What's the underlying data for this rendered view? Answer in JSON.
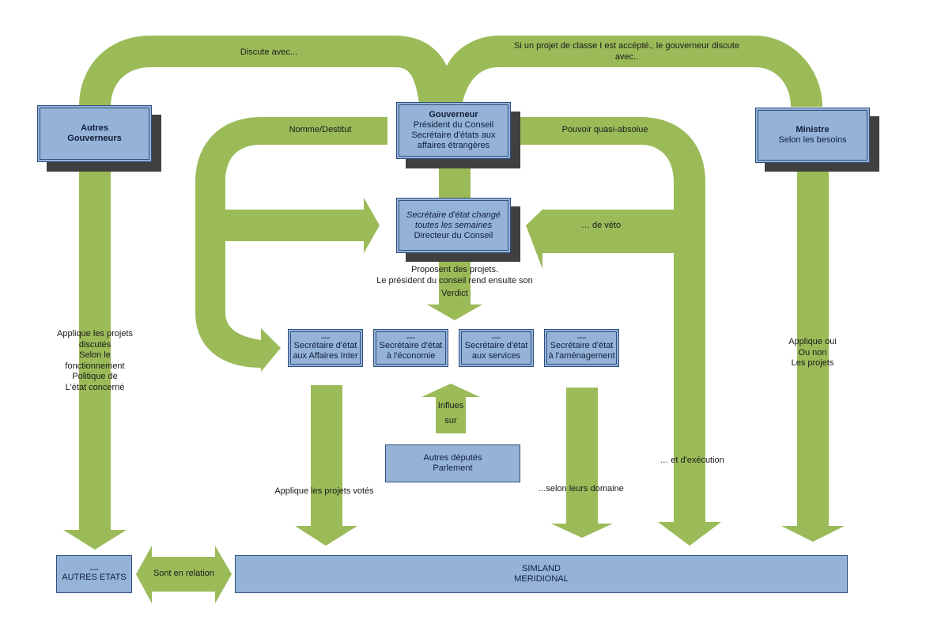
{
  "colors": {
    "arrow": "#9bbb59",
    "box_fill": "#95b3d7",
    "box_border": "#2f4f7f",
    "shadow": "#404040"
  },
  "nodes": {
    "autres_gouverneurs": {
      "title": "Autres",
      "title2": "Gouverneurs"
    },
    "gouverneur": {
      "title": "Gouverneur",
      "lines": [
        "Président du Conseil",
        "Secrétaire d'états aux",
        "affaires étrangères"
      ]
    },
    "ministre": {
      "title": "Ministre",
      "lines": [
        "Selon les besoins"
      ]
    },
    "secretaire_change": {
      "italic": [
        "Secrétaire d'état changé",
        "toutes les semaines"
      ],
      "lines": [
        "Directeur du Conseil"
      ]
    },
    "sec_affaires_inter": {
      "dash": "—",
      "lines": [
        "Secrétaire d'état",
        "aux Affaires Inter"
      ]
    },
    "sec_economie": {
      "dash": "—",
      "lines": [
        "Secrétaire d'état",
        "à l'économie"
      ]
    },
    "sec_services": {
      "dash": "—",
      "lines": [
        "Secrétaire d'état",
        "aux services"
      ]
    },
    "sec_amenagement": {
      "dash": "—",
      "lines": [
        "Secrétaire d'état",
        "à l'aménagement"
      ]
    },
    "autres_deputes": {
      "lines": [
        "Autres députés",
        "Parlement"
      ]
    },
    "autres_etats": {
      "dash": "—",
      "lines": [
        "AUTRES ETATS"
      ]
    },
    "simland": {
      "lines": [
        "SIMLAND",
        "MERIDIONAL"
      ]
    }
  },
  "edge_labels": {
    "discute_avec": "Discute avec...",
    "si_projet": [
      "Si un projet de classe I est accépté., le gouverneur discute",
      "avec.."
    ],
    "nomme_destitut": "Nomme/Destitut",
    "pouvoir": "Pouvoir quasi-absolue",
    "veto": "… de véto",
    "proposent": [
      "Proposent des projets.",
      "Le président du conseil rend ensuite son",
      "Verdict"
    ],
    "applique_discutes": [
      "Applique les projets",
      "discutés",
      "Selon le",
      "fonctionnement",
      "Politique de",
      "L'état concerné"
    ],
    "applique_oui": [
      "Applique oui",
      "Ou non",
      "Les projets"
    ],
    "influes": [
      "Influes",
      "sur"
    ],
    "applique_votes": "Applique les projets votés",
    "selon_domaine": "...selon leurs domaine",
    "execution": "… et d'exécution",
    "en_relation": "Sont en relation"
  }
}
